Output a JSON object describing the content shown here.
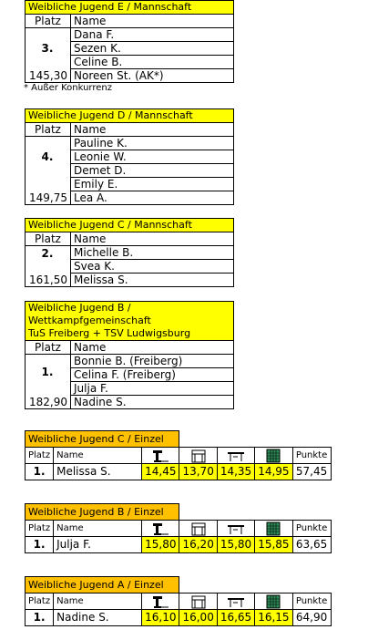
{
  "teams": [
    {
      "title": "Weibliche Jugend E / Mannschaft",
      "col_platz": "Platz",
      "col_name": "Name",
      "rank": "3.",
      "score": "145,30",
      "members": [
        "Dana F.",
        "Sezen K.",
        "Celine B.",
        "Noreen St. (AK*)"
      ],
      "note": "* Außer Konkurrenz"
    },
    {
      "title": "Weibliche Jugend D / Mannschaft",
      "col_platz": "Platz",
      "col_name": "Name",
      "rank": "4.",
      "score": "149,75",
      "members": [
        "Pauline K.",
        "Leonie W.",
        "Demet D.",
        "Emily E.",
        "Lea A."
      ]
    },
    {
      "title": "Weibliche Jugend C / Mannschaft",
      "col_platz": "Platz",
      "col_name": "Name",
      "rank": "2.",
      "score": "161,50",
      "members": [
        "Michelle B.",
        "Svea K.",
        "Melissa S."
      ]
    },
    {
      "title_lines": [
        "Weibliche Jugend B /",
        "Wettkampfgemeinschaft",
        "TuS Freiberg + TSV Ludwigsburg"
      ],
      "col_platz": "Platz",
      "col_name": "Name",
      "rank": "1.",
      "score": "182,90",
      "members": [
        "Bonnie B. (Freiberg)",
        "Celina F. (Freiberg)",
        "Julja F.",
        "Nadine S."
      ]
    }
  ],
  "singles": [
    {
      "title": "Weibliche Jugend C / Einzel",
      "col_platz": "Platz",
      "col_name": "Name",
      "col_points": "Punkte",
      "rank": "1.",
      "name": "Melissa S.",
      "scores": [
        "14,45",
        "13,70",
        "14,35",
        "14,95"
      ],
      "total": "57,45"
    },
    {
      "title": "Weibliche Jugend B / Einzel",
      "col_platz": "Platz",
      "col_name": "Name",
      "col_points": "Punkte",
      "rank": "1.",
      "name": "Julja F.",
      "scores": [
        "15,80",
        "16,20",
        "15,80",
        "15,85"
      ],
      "total": "63,65"
    },
    {
      "title": "Weibliche Jugend A / Einzel",
      "col_platz": "Platz",
      "col_name": "Name",
      "col_points": "Punkte",
      "rank": "1.",
      "name": "Nadine S.",
      "scores": [
        "16,10",
        "16,00",
        "16,65",
        "16,15"
      ],
      "total": "64,90"
    }
  ],
  "apparatus_icons": [
    "vault-icon",
    "uneven-bars-icon",
    "balance-beam-icon",
    "floor-mat-icon"
  ],
  "colors": {
    "header_yellow": "#ffff00",
    "header_orange": "#ffc000",
    "score_highlight": "#ffff00"
  }
}
